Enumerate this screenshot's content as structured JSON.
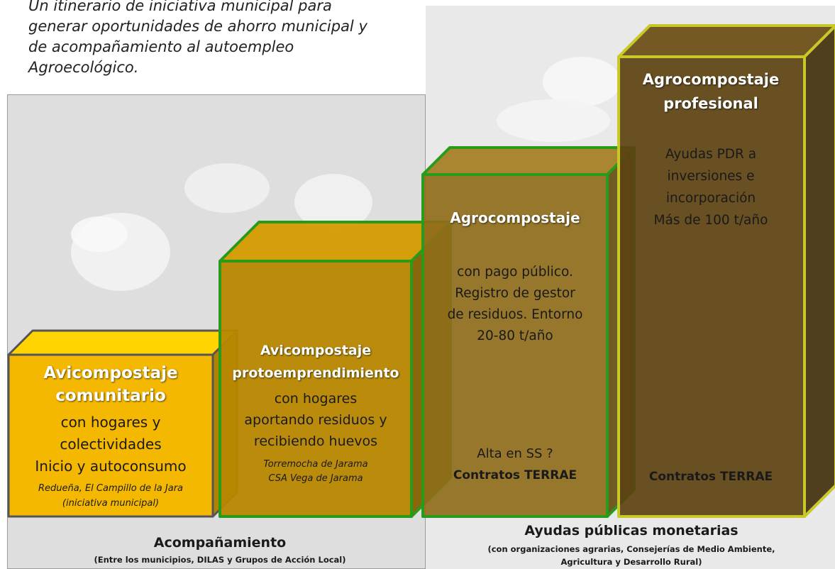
{
  "intro_lines": [
    "Un itinerario de iniciativa municipal para",
    "generar oportunidades de ahorro municipal y",
    "de acompañamiento al autoempleo",
    "Agroecológico."
  ],
  "colors": {
    "block1": "#f5b800",
    "block2": "#b88700",
    "block3": "#8e6d1a",
    "block4": "#5c4210",
    "border1": "#555555",
    "border2": "#2a9a1a",
    "border3": "#2a9a1a",
    "border4": "#c8c828"
  },
  "blocks": [
    {
      "title_lines": [
        "Avicompostaje",
        "comunitario"
      ],
      "body_lines": [
        "con hogares y",
        "colectividades",
        "Inicio y autoconsumo"
      ],
      "note_lines": [
        "Redueña, El Campillo de la Jara",
        "(iniciativa municipal)"
      ]
    },
    {
      "title_lines": [
        "Avicompostaje",
        "protoemprendimiento"
      ],
      "body_lines": [
        "con hogares",
        "aportando residuos y",
        "recibiendo huevos"
      ],
      "note_lines": [
        "Torremocha de Jarama",
        "CSA Vega de Jarama"
      ]
    },
    {
      "title_lines": [
        "Agrocompostaje"
      ],
      "body_lines": [
        "con pago público.",
        "Registro de gestor",
        "de residuos. Entorno",
        "20-80 t/año"
      ],
      "bottom_line": "Alta en SS ?",
      "bottom_bold": "Contratos  TERRAE"
    },
    {
      "title_lines": [
        "Agrocompostaje",
        "profesional"
      ],
      "body_lines": [
        "Ayudas PDR a",
        "inversiones e",
        "incorporación",
        "Más de 100 t/año"
      ],
      "bottom_bold": "Contratos  TERRAE"
    }
  ],
  "footer_left": {
    "title": "Acompañamiento",
    "subtitle": "(Entre los municipios, DILAS y Grupos de Acción Local)"
  },
  "footer_right": {
    "title": "Ayudas públicas monetarias",
    "subtitle_lines": [
      "(con organizaciones agrarias, Consejerías de Medio Ambiente,",
      "Agricultura y Desarrollo Rural)"
    ]
  }
}
